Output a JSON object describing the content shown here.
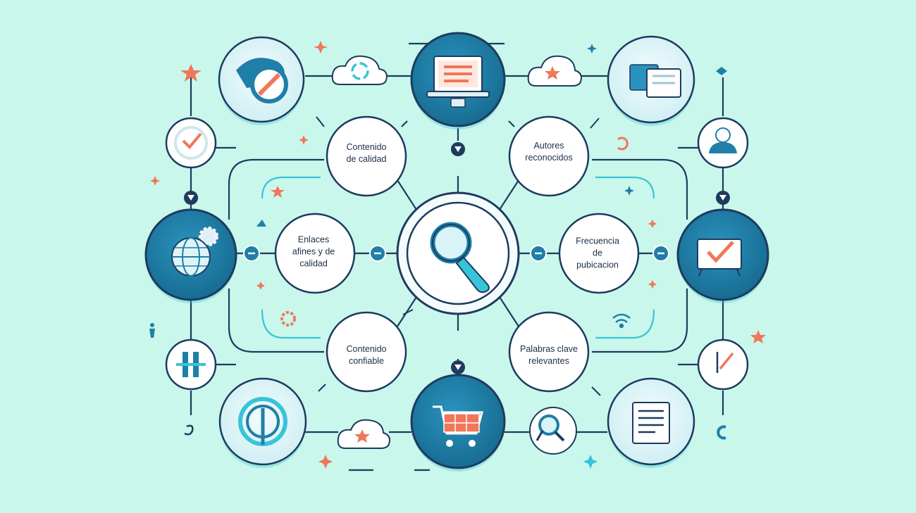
{
  "concepts": {
    "contenido_calidad": "Contenido\nde calidad",
    "autores": "Autores\nreconocidos",
    "enlaces": "Enlaces\nafines y de\ncalidad",
    "frecuencia": "Frecuencia\nde\npubicacion",
    "confiable": "Contenido\nconfiable",
    "palabras": "Palabras clave\nrelevantes"
  },
  "colors": {
    "background": "#c9f7ec",
    "navy": "#1d3b5e",
    "teal": "#1f7fa8",
    "cyan": "#38c4d8",
    "light_node": "#dff4f7",
    "accent_orange": "#f0775a"
  }
}
